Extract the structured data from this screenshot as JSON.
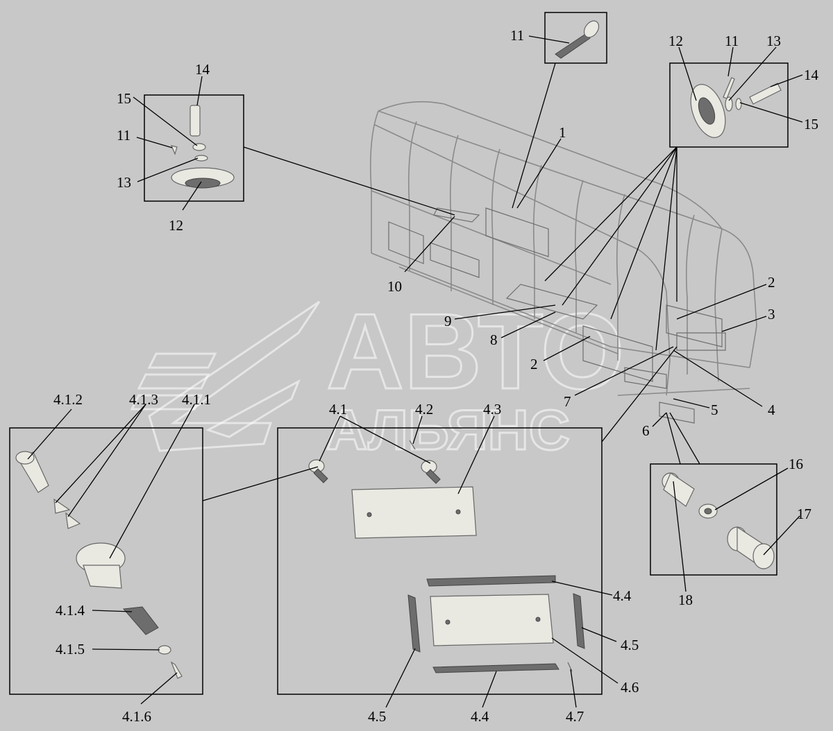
{
  "watermark": {
    "line1": "АВТО",
    "line2": "АЛЬЯНС"
  },
  "labels": {
    "l1": "1",
    "l2a": "2",
    "l2b": "2",
    "l3": "3",
    "l4": "4",
    "l5": "5",
    "l6": "6",
    "l7": "7",
    "l8": "8",
    "l9": "9",
    "l10": "10",
    "l11top": "11",
    "l11left": "11",
    "l11right": "11",
    "l12left": "12",
    "l12right": "12",
    "l13left": "13",
    "l13right": "13",
    "l14left": "14",
    "l14right": "14",
    "l15left": "15",
    "l15right": "15",
    "l16": "16",
    "l17": "17",
    "l18": "18",
    "l411": "4.1.1",
    "l412": "4.1.2",
    "l413": "4.1.3",
    "l414": "4.1.4",
    "l415": "4.1.5",
    "l416": "4.1.6",
    "l41": "4.1",
    "l42": "4.2",
    "l43": "4.3",
    "l44a": "4.4",
    "l44b": "4.4",
    "l45a": "4.5",
    "l45b": "4.5",
    "l46": "4.6",
    "l47": "4.7"
  }
}
